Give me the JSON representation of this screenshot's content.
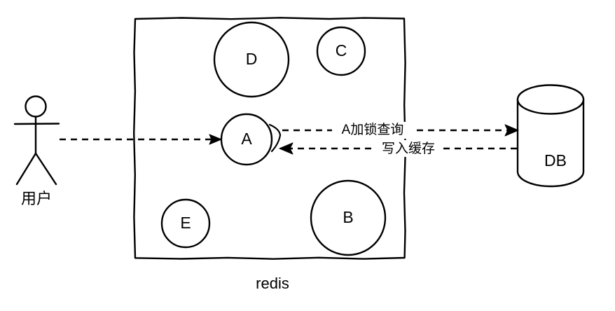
{
  "diagram": {
    "type": "architecture-flow",
    "title_caption": "redis",
    "actor": {
      "label": "用户",
      "icon": "stick-figure-icon"
    },
    "container": {
      "name": "redis",
      "caption": "redis",
      "style": "hand-drawn-rectangle"
    },
    "cache_nodes": [
      {
        "id": "D",
        "label": "D"
      },
      {
        "id": "C",
        "label": "C"
      },
      {
        "id": "A",
        "label": "A"
      },
      {
        "id": "E",
        "label": "E"
      },
      {
        "id": "B",
        "label": "B"
      }
    ],
    "datastore": {
      "id": "DB",
      "label": "DB",
      "icon": "database-cylinder-icon"
    },
    "edges": [
      {
        "id": "user-to-a",
        "from": "用户",
        "to": "A",
        "label": "",
        "style": "dashed",
        "direction": "right"
      },
      {
        "id": "a-to-db",
        "from": "A",
        "to": "DB",
        "label": "A加锁查询",
        "style": "dashed",
        "direction": "right"
      },
      {
        "id": "db-to-a",
        "from": "DB",
        "to": "A",
        "label": "写入缓存",
        "style": "dashed",
        "direction": "left"
      }
    ],
    "colors": {
      "stroke": "#000000",
      "background": "#ffffff",
      "fill": "#ffffff"
    }
  }
}
